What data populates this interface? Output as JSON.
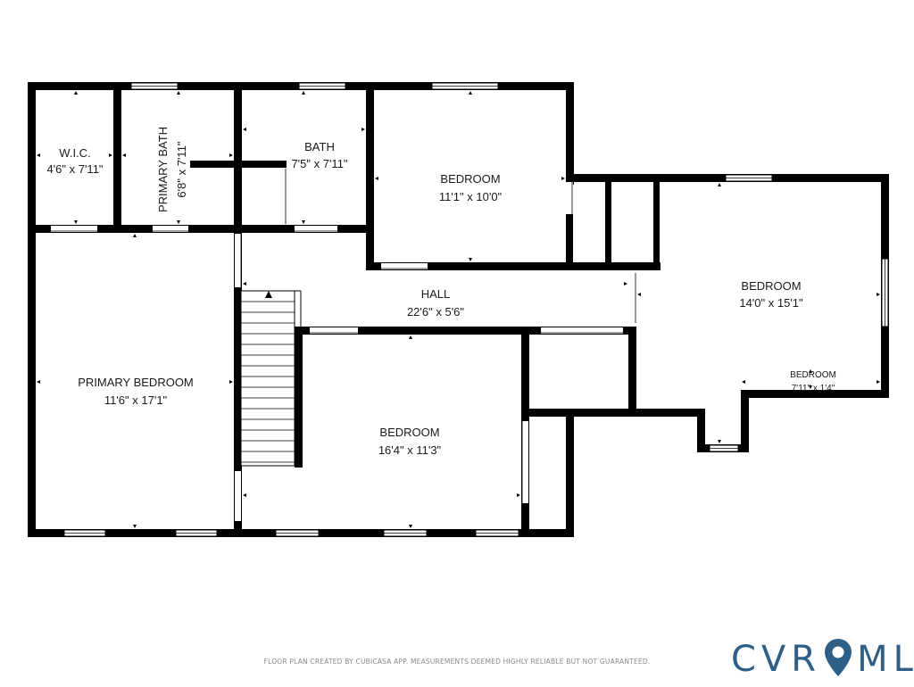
{
  "rooms": [
    {
      "id": "wic",
      "name": "W.I.C.",
      "size": "4'6\" x 7'11\""
    },
    {
      "id": "primary-bath",
      "name": "PRIMARY BATH",
      "size": "6'8\" x 7'11\""
    },
    {
      "id": "bath",
      "name": "BATH",
      "size": "7'5\" x 7'11\""
    },
    {
      "id": "bedroom-1",
      "name": "BEDROOM",
      "size": "11'1\" x 10'0\""
    },
    {
      "id": "hall",
      "name": "HALL",
      "size": "22'6\" x 5'6\""
    },
    {
      "id": "bedroom-2",
      "name": "BEDROOM",
      "size": "14'0\" x 15'1\""
    },
    {
      "id": "bedroom-3",
      "name": "BEDROOM",
      "size": "7'11\" x 1'4\""
    },
    {
      "id": "primary-bedroom",
      "name": "PRIMARY BEDROOM",
      "size": "11'6\" x 17'1\""
    },
    {
      "id": "bedroom-4",
      "name": "BEDROOM",
      "size": "16'4\" x 11'3\""
    }
  ],
  "footer": {
    "disclaimer": "FLOOR PLAN CREATED BY CUBICASA APP. MEASUREMENTS DEEMED HIGHLY RELIABLE BUT NOT GUARANTEED."
  },
  "logo": {
    "text_left": "CVR",
    "text_right": "MLS",
    "color": "#2e5f86"
  },
  "colors": {
    "wall": "#000000",
    "window": "#ffffff"
  }
}
